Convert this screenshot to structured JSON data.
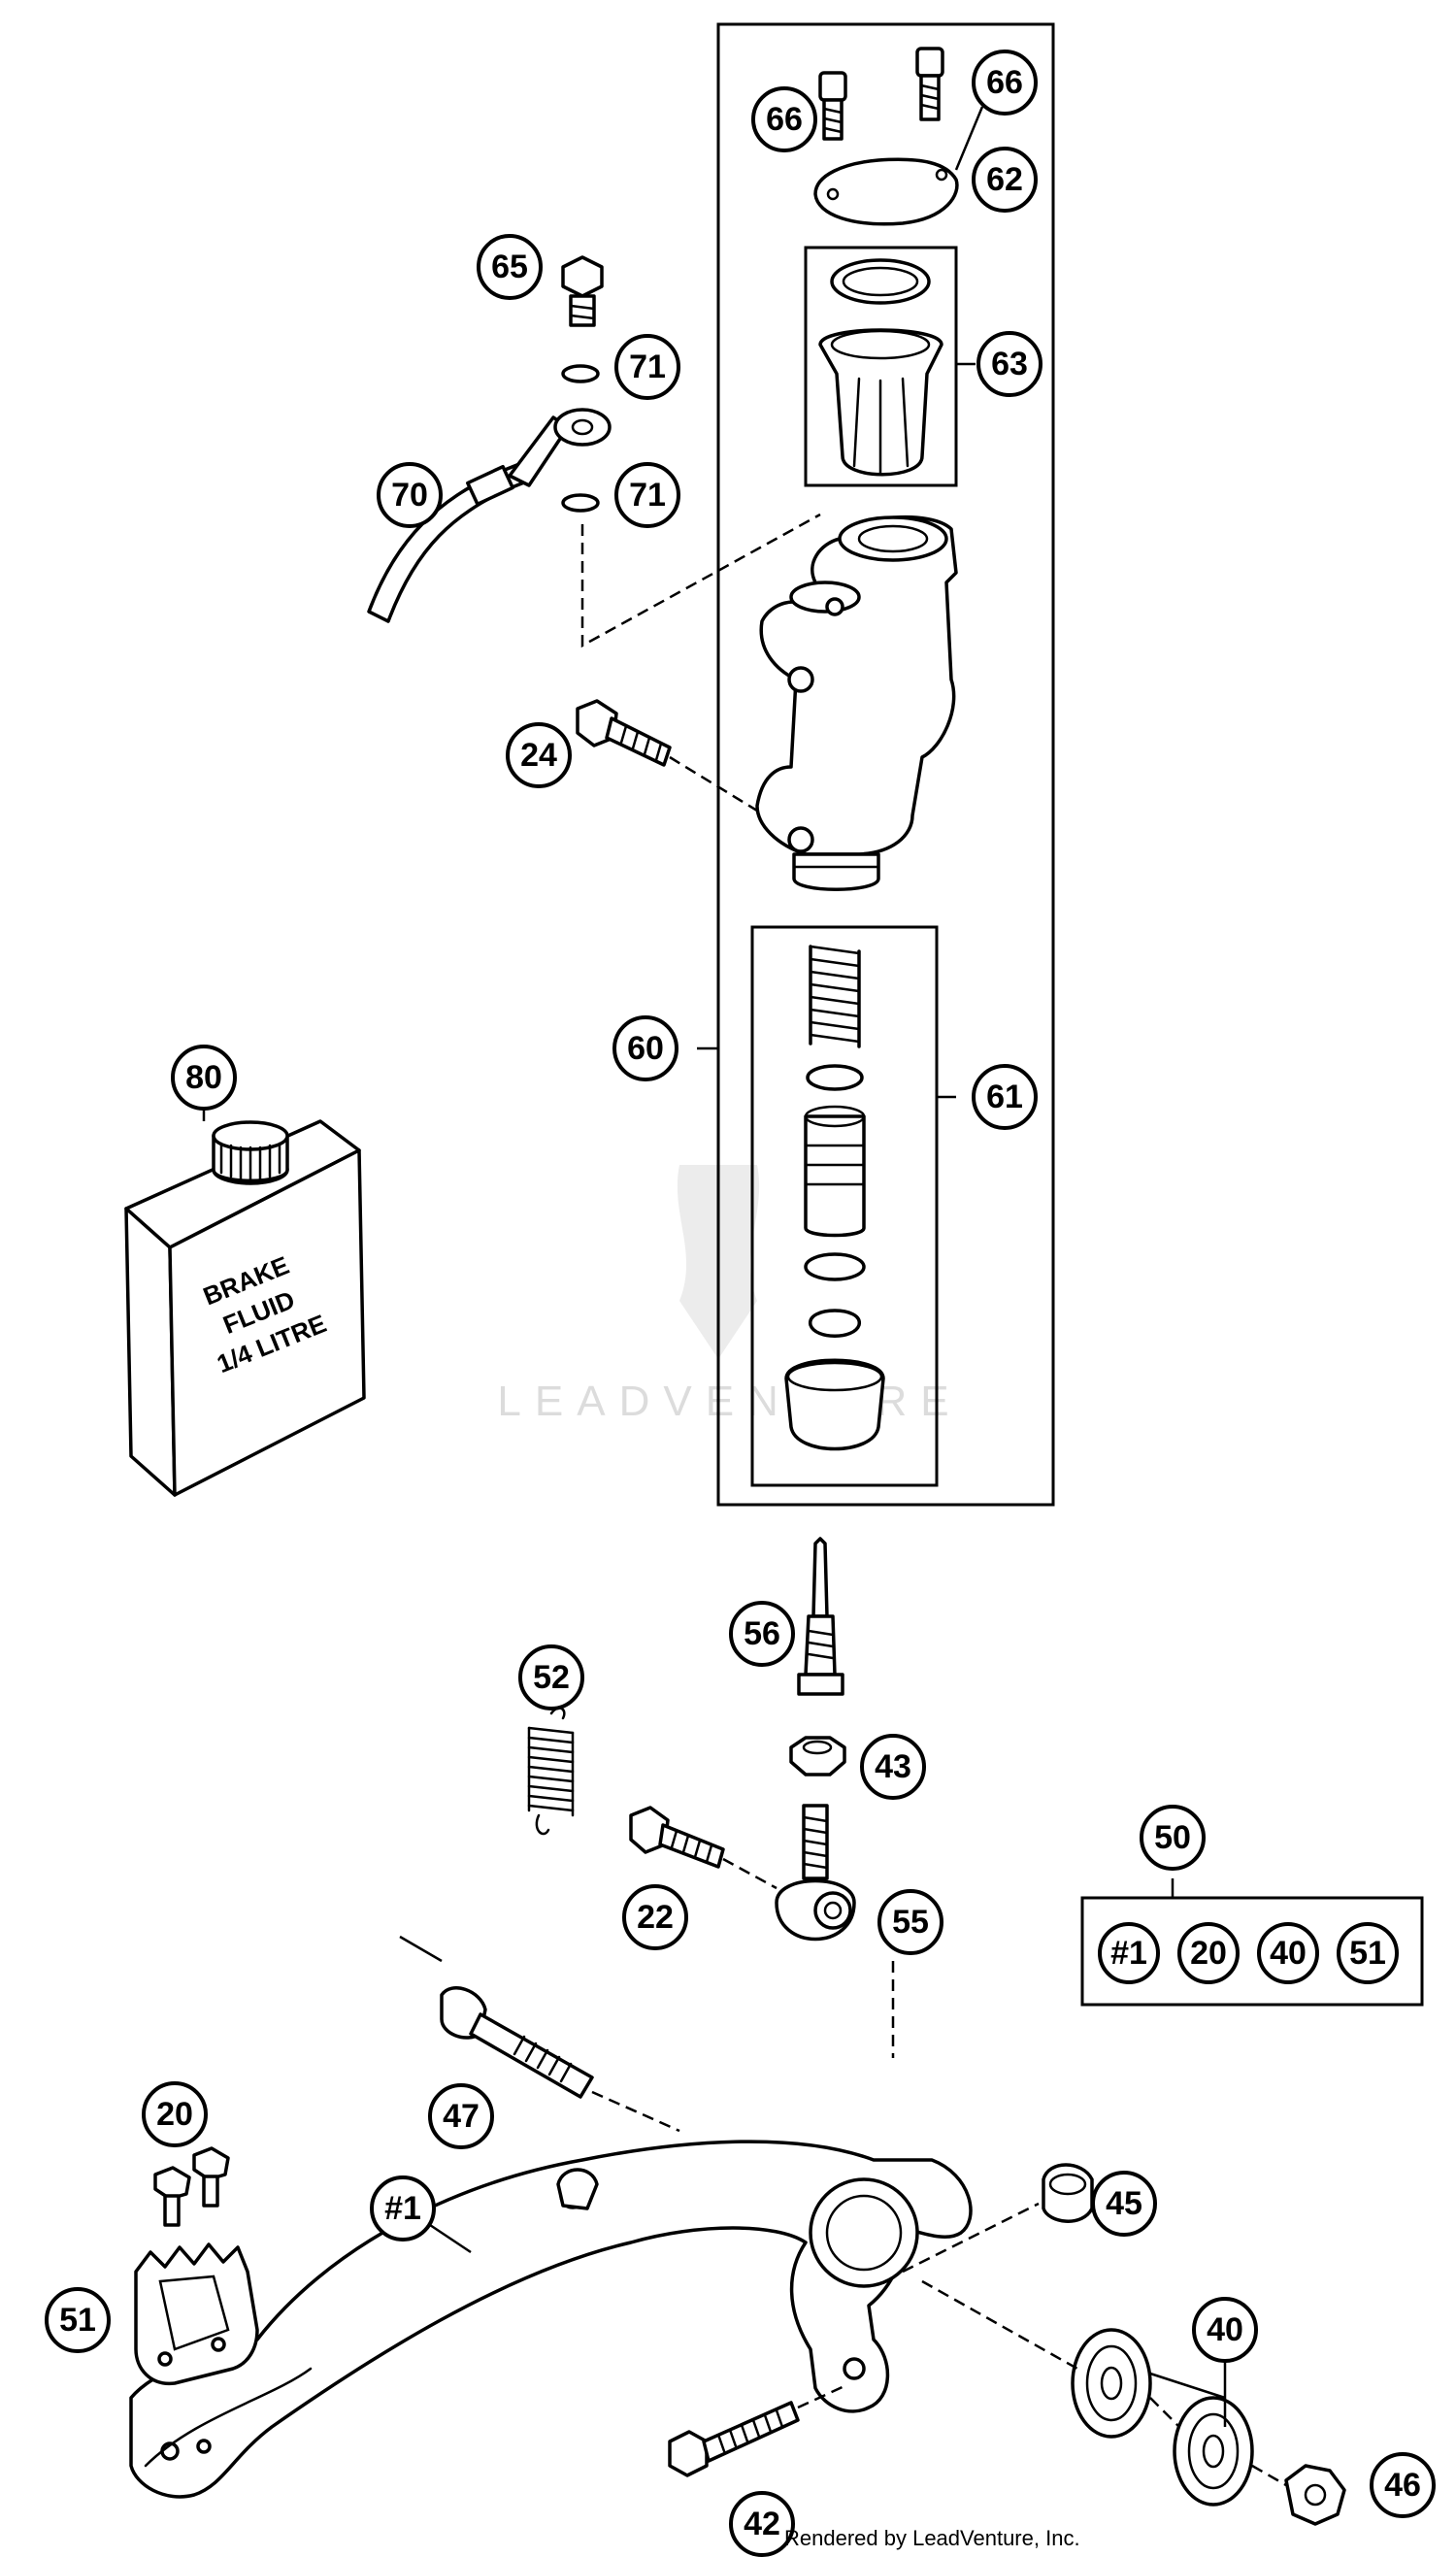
{
  "diagram": {
    "callouts": {
      "c66a": "66",
      "c66b": "66",
      "c62": "62",
      "c65": "65",
      "c71a": "71",
      "c63": "63",
      "c70": "70",
      "c71b": "71",
      "c24": "24",
      "c60": "60",
      "c61": "61",
      "c80": "80",
      "c56": "56",
      "c52": "52",
      "c43": "43",
      "c50": "50",
      "c22": "22",
      "c55": "55",
      "c20": "20",
      "c47": "47",
      "c45": "45",
      "c1": "#1",
      "c51": "51",
      "c40": "40",
      "c42": "42",
      "c46": "46"
    },
    "kit_box": [
      "#1",
      "20",
      "40",
      "51"
    ],
    "brake_fluid_label": [
      "BRAKE",
      "FLUID",
      "1/4 LITRE"
    ],
    "watermark": "LEADVENTURE",
    "footer": "Rendered by LeadVenture, Inc."
  }
}
